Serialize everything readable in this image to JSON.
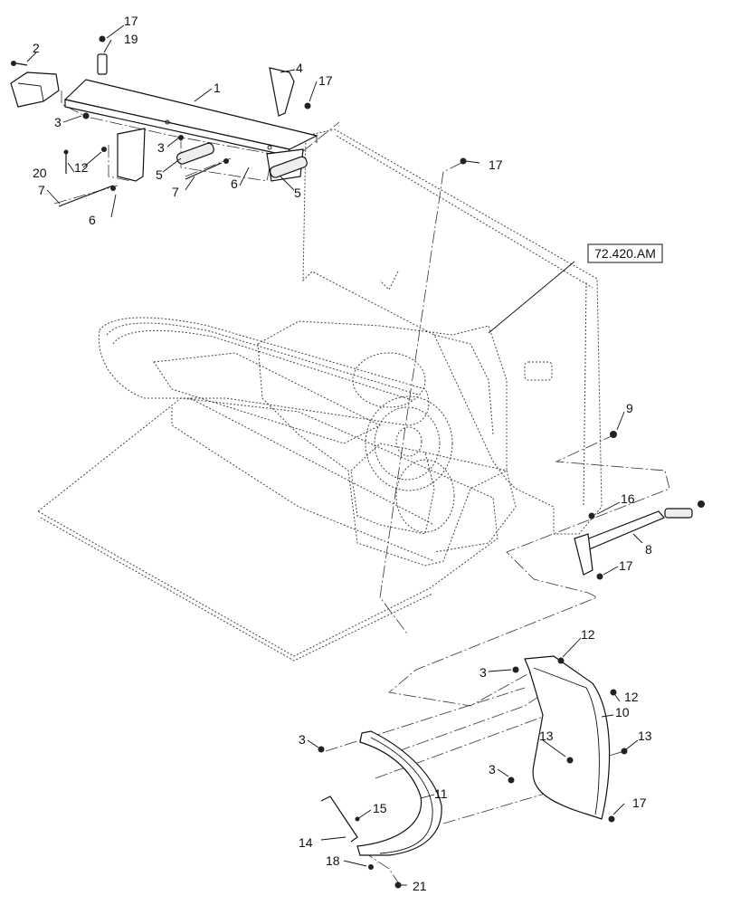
{
  "diagram": {
    "callouts": [
      {
        "id": "c1",
        "text": "1"
      },
      {
        "id": "c2",
        "text": "2"
      },
      {
        "id": "c3a",
        "text": "3"
      },
      {
        "id": "c3b",
        "text": "3"
      },
      {
        "id": "c3c",
        "text": "3"
      },
      {
        "id": "c3d",
        "text": "3"
      },
      {
        "id": "c3e",
        "text": "3"
      },
      {
        "id": "c4",
        "text": "4"
      },
      {
        "id": "c5a",
        "text": "5"
      },
      {
        "id": "c5b",
        "text": "5"
      },
      {
        "id": "c6a",
        "text": "6"
      },
      {
        "id": "c6b",
        "text": "6"
      },
      {
        "id": "c7a",
        "text": "7"
      },
      {
        "id": "c7b",
        "text": "7"
      },
      {
        "id": "c8",
        "text": "8"
      },
      {
        "id": "c9",
        "text": "9"
      },
      {
        "id": "c10",
        "text": "10"
      },
      {
        "id": "c11",
        "text": "11"
      },
      {
        "id": "c12a",
        "text": "12"
      },
      {
        "id": "c12b",
        "text": "12"
      },
      {
        "id": "c12c",
        "text": "12"
      },
      {
        "id": "c13a",
        "text": "13"
      },
      {
        "id": "c13b",
        "text": "13"
      },
      {
        "id": "c14",
        "text": "14"
      },
      {
        "id": "c15",
        "text": "15"
      },
      {
        "id": "c16",
        "text": "16"
      },
      {
        "id": "c17a",
        "text": "17"
      },
      {
        "id": "c17b",
        "text": "17"
      },
      {
        "id": "c17c",
        "text": "17"
      },
      {
        "id": "c17d",
        "text": "17"
      },
      {
        "id": "c17e",
        "text": "17"
      },
      {
        "id": "c18",
        "text": "18"
      },
      {
        "id": "c19",
        "text": "19"
      },
      {
        "id": "c20",
        "text": "20"
      },
      {
        "id": "c21",
        "text": "21"
      }
    ],
    "reference_label": "72.420.AM"
  }
}
